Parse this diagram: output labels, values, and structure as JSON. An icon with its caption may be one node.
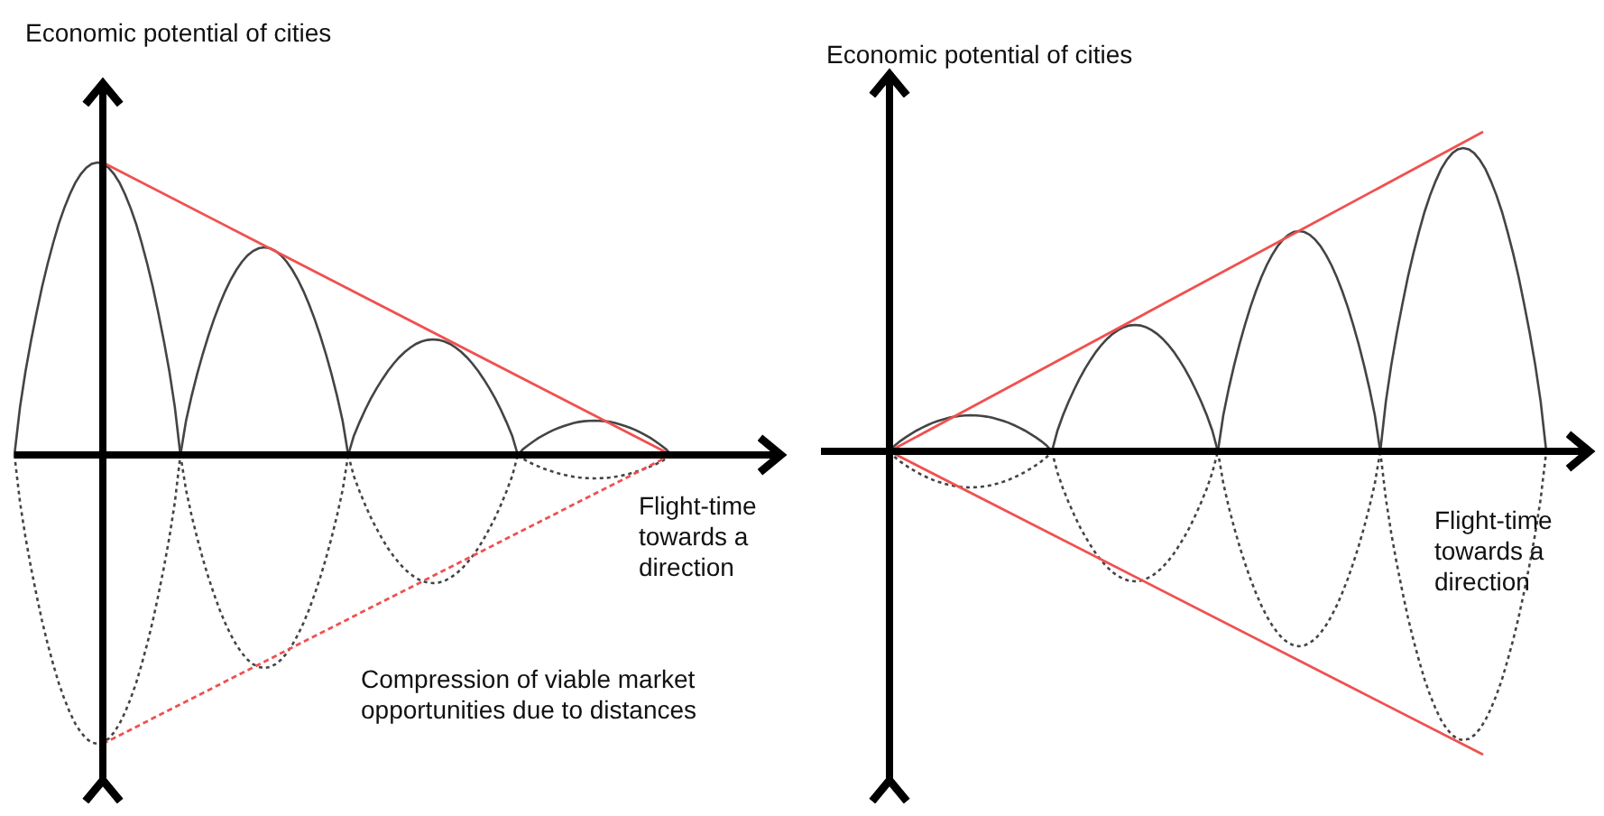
{
  "diagram": {
    "labels": [
      "Economic potential of cities",
      "Flight-time towards a direction",
      "Compression of viable market opportunities due to distances",
      "Economic potential of cities",
      "Flight-time towards a direction"
    ]
  }
}
